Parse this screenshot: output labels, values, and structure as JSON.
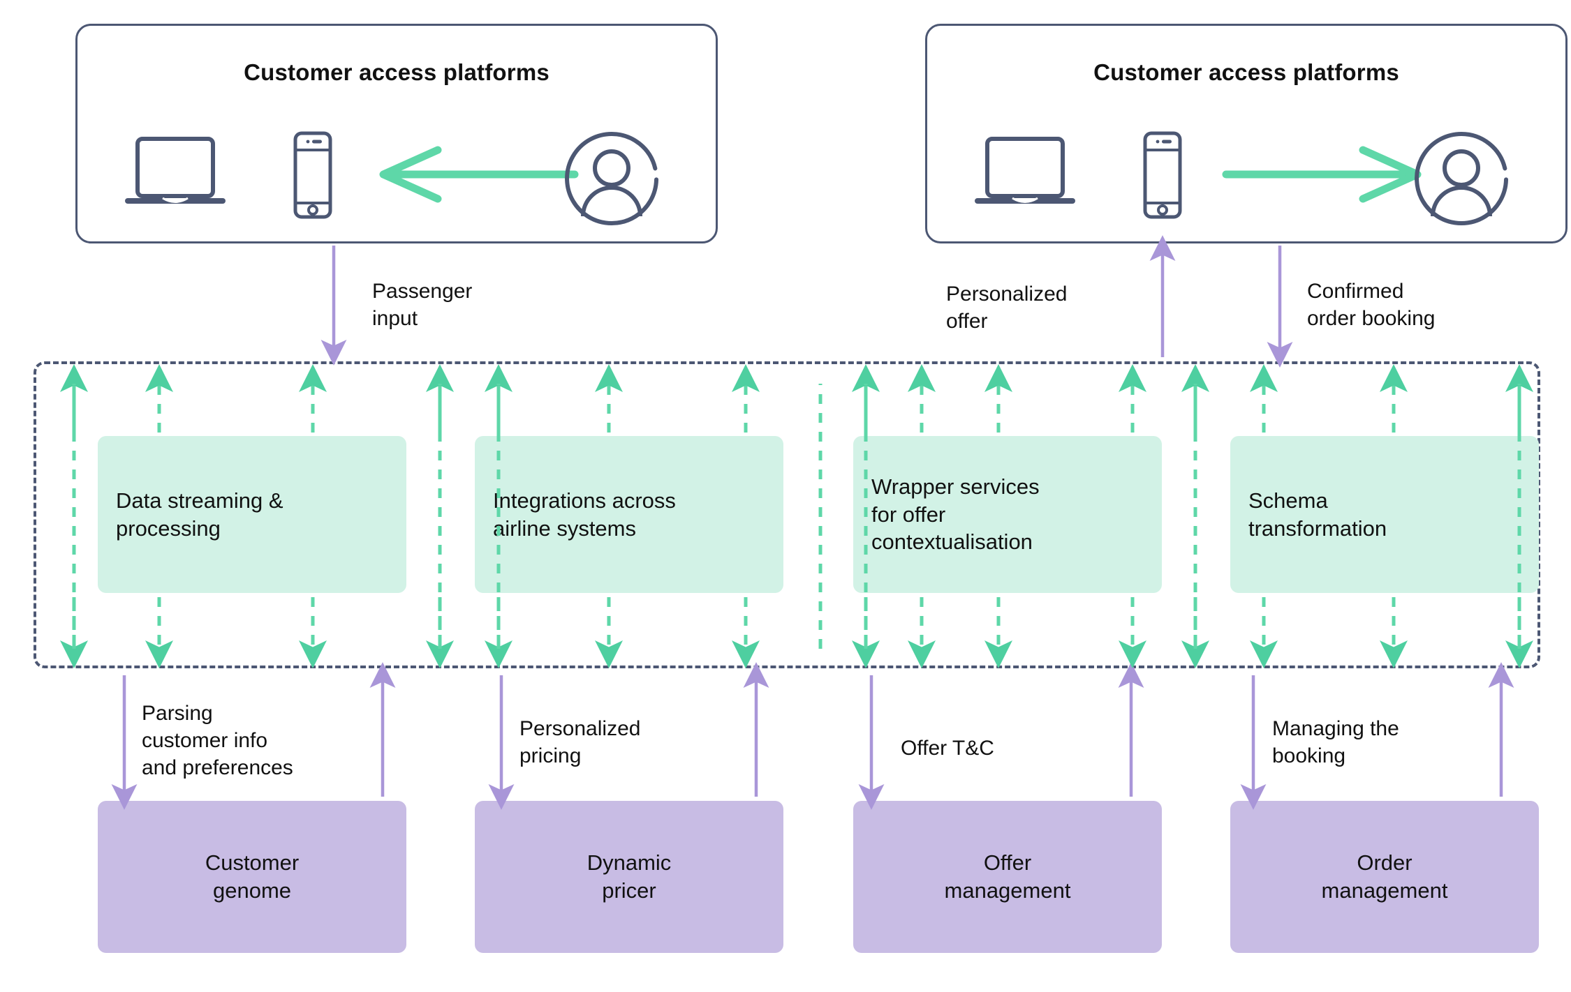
{
  "diagram": {
    "title_implicit": "Airline offer and order management architecture",
    "colors": {
      "outline": "#4c5773",
      "capability_fill": "#d2f2e6",
      "service_fill": "#c8bce4",
      "green_arrow": "#5ed7a8",
      "purple_arrow": "#a996d8",
      "text": "#111111",
      "background": "#ffffff"
    }
  },
  "panels": [
    {
      "id": "left",
      "title": "Customer access platforms",
      "icons": [
        "laptop-icon",
        "smartphone-icon",
        "arrow-left-icon",
        "user-avatar-icon"
      ],
      "flow_direction": "left"
    },
    {
      "id": "right",
      "title": "Customer access platforms",
      "icons": [
        "laptop-icon",
        "smartphone-icon",
        "arrow-right-icon",
        "user-avatar-icon"
      ],
      "flow_direction": "right"
    }
  ],
  "capability_boxes": [
    {
      "label": "Data streaming &\nprocessing"
    },
    {
      "label": "Integrations across\nairline systems"
    },
    {
      "label": "Wrapper services\nfor offer\ncontextualisation"
    },
    {
      "label": "Schema\ntransformation"
    }
  ],
  "service_boxes": [
    {
      "label": "Customer\ngenome"
    },
    {
      "label": "Dynamic\npricer"
    },
    {
      "label": "Offer\nmanagement"
    },
    {
      "label": "Order\nmanagement"
    }
  ],
  "top_connectors": [
    {
      "label": "Passenger\ninput",
      "direction": "down"
    },
    {
      "label": "Personalized\noffer",
      "direction": "up"
    },
    {
      "label": "Confirmed\norder booking",
      "direction": "down"
    }
  ],
  "bottom_connectors": [
    {
      "label": "Parsing\ncustomer info\nand preferences"
    },
    {
      "label": "Personalized\npricing"
    },
    {
      "label": "Offer T&C"
    },
    {
      "label": "Managing the\nbooking"
    }
  ]
}
